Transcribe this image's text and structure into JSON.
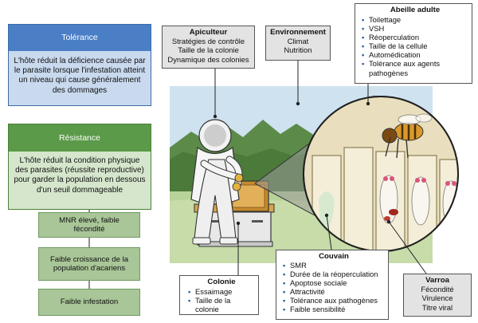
{
  "tolerance": {
    "title": "Tolérance",
    "text": "L'hôte réduit la déficience causée par le parasite lorsque l'infestation atteint un niveau qui cause généralement des dommages"
  },
  "resistance": {
    "title": "Résistance",
    "text": "L'hôte réduit la condition physique des parasites (réussite reproductive) pour garder la population en dessous d'un seuil dommageable",
    "steps": [
      "MNR élevé, faible fécondité",
      "Faible croissance de la population d'acariens",
      "Faible infestation"
    ]
  },
  "apiculteur": {
    "title": "Apiculteur",
    "lines": [
      "Stratégies de contrôle",
      "Taille de la colonie",
      "Dynamique des colonies"
    ]
  },
  "environnement": {
    "title": "Environnement",
    "lines": [
      "Climat",
      "Nutrition"
    ]
  },
  "abeille": {
    "title": "Abeille adulte",
    "items": [
      "Toilettage",
      "VSH",
      "Réoperculation",
      "Taille de la cellule",
      "Automédication",
      "Tolérance aux agents pathogènes"
    ]
  },
  "colonie": {
    "title": "Colonie",
    "items": [
      "Essaimage",
      "Taille de la colonie"
    ]
  },
  "couvain": {
    "title": "Couvain",
    "items": [
      "SMR",
      "Durée de la réoperculation",
      "Apoptose sociale",
      "Attractivité",
      "Tolérance aux pathogènes",
      "Faible sensibilité"
    ]
  },
  "varroa": {
    "title": "Varroa",
    "lines": [
      "Fécondité",
      "Virulence",
      "Titre viral"
    ]
  },
  "colors": {
    "tolerance_header": "#4a7fc6",
    "tolerance_body": "#c9d9ee",
    "resistance_header": "#5a9a48",
    "resistance_body": "#d5e6cc",
    "step_fill": "#a9c698",
    "bullet": "#2a5aa0"
  }
}
